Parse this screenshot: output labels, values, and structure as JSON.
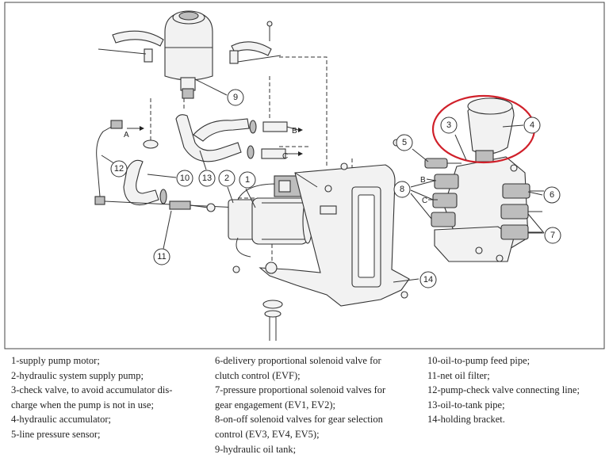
{
  "flow_labels": {
    "a_left": "A",
    "b_right": "B",
    "c_right": "C",
    "b_block": "B",
    "c_block": "C"
  },
  "callouts": [
    "1",
    "2",
    "3",
    "4",
    "5",
    "6",
    "7",
    "8",
    "9",
    "10",
    "11",
    "12",
    "13",
    "14"
  ],
  "highlight_color": "#d0202a",
  "legend": {
    "column1": [
      "1-supply pump motor;",
      "2-hydraulic system supply pump;",
      "3-check valve, to avoid accumulator dis-\ncharge when the pump is not in use;",
      "4-hydraulic accumulator;",
      "5-line pressure sensor;"
    ],
    "column2": [
      "6-delivery proportional solenoid valve for\nclutch control (EVF);",
      "7-pressure proportional solenoid valves for\ngear engagement (EV1, EV2);",
      "8-on-off solenoid valves for gear selection\ncontrol (EV3, EV4, EV5);",
      "9-hydraulic oil tank;"
    ],
    "column3": [
      "10-oil-to-pump feed pipe;",
      "11-net oil filter;",
      "12-pump-check valve connecting line;",
      "13-oil-to-tank pipe;",
      "14-holding bracket."
    ]
  }
}
